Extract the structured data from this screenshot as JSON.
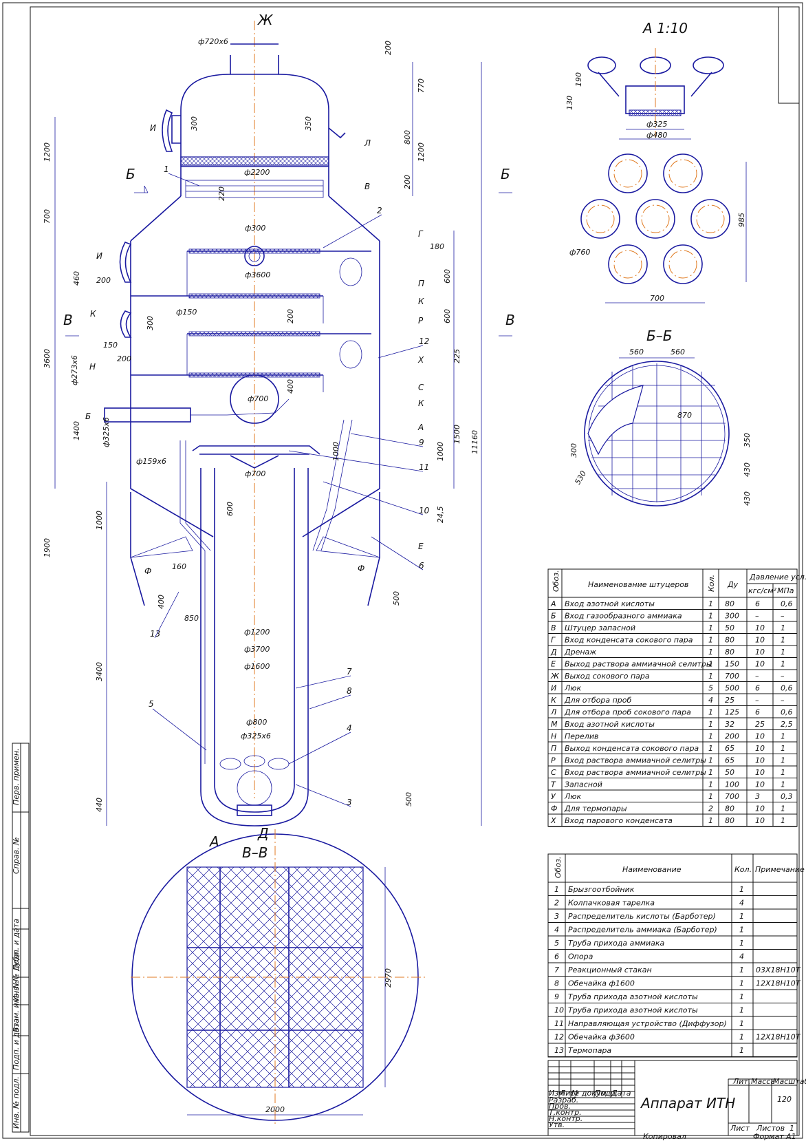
{
  "labels": {
    "view_a": "А 1:10",
    "section_bb": "Б–Б",
    "section_vv": "В–В",
    "sec_marks": [
      "Ж",
      "Б",
      "Б",
      "В",
      "В",
      "А",
      "Д"
    ],
    "callouts": [
      "1",
      "2",
      "3",
      "4",
      "5",
      "6",
      "7",
      "8",
      "9",
      "10",
      "11",
      "12",
      "13"
    ],
    "nozzle_letters": [
      "И",
      "Л",
      "В",
      "Г",
      "И",
      "П",
      "К",
      "Р",
      "К",
      "Х",
      "С",
      "К",
      "А",
      "Б",
      "Н",
      "Е",
      "Ф",
      "Ф"
    ]
  },
  "dims": {
    "d720": "ф720х6",
    "d2200": "ф2200",
    "d300": "ф300",
    "d3600": "ф3600",
    "d150": "ф150",
    "d273": "ф273х6",
    "d700a": "ф700",
    "d325": "ф325х6",
    "d159": "ф159х6",
    "d700b": "ф700",
    "d1200": "ф1200",
    "d3700": "ф3700",
    "d1600": "ф1600",
    "d800": "ф800",
    "d325b": "ф325х6",
    "v200": "200",
    "v770": "770",
    "v800": "800",
    "v1200r": "1200",
    "v200b": "200",
    "v350": "350",
    "v300": "300",
    "v220": "220",
    "v1200l": "1200",
    "v700": "700",
    "v460": "460",
    "v200c": "200",
    "v300b": "300",
    "v150": "150",
    "v200d": "200",
    "v3600": "3600",
    "v1400": "1400",
    "v1000": "1000",
    "v1900": "1900",
    "v3400": "3400",
    "v440": "440",
    "v600a": "600",
    "v600b": "600",
    "v180": "180",
    "v200e": "200",
    "v225": "225",
    "v400": "400",
    "v1500": "1500",
    "v1000b": "1000",
    "v11160": "11160",
    "v600c": "600",
    "v245": "24,5",
    "v1000c": "1000",
    "v160": "160",
    "v400b": "400",
    "v850": "850",
    "v500": "500",
    "v500b": "500",
    "v2970": "2970",
    "v2000": "2000",
    "a190": "190",
    "a130": "130",
    "a325": "ф325",
    "a480": "ф480",
    "a760": "ф760",
    "a985": "985",
    "a700": "700",
    "b560a": "560",
    "b560b": "560",
    "b870": "870",
    "b300": "300",
    "b530": "530",
    "b350": "350",
    "b430a": "430",
    "b430b": "430"
  },
  "nozzle_table": {
    "headers": {
      "designation": "Обоз.",
      "name": "Наименование штуцеров",
      "qty": "Кол.",
      "dn": "Ду",
      "pressure": "Давление усл.",
      "kgs": "кгс/см²",
      "mpa": "МПа"
    },
    "rows": [
      [
        "А",
        "Вход азотной кислоты",
        "1",
        "80",
        "6",
        "0,6"
      ],
      [
        "Б",
        "Вход газообразного аммиака",
        "1",
        "300",
        "–",
        "–"
      ],
      [
        "В",
        "Штуцер запасной",
        "1",
        "50",
        "10",
        "1"
      ],
      [
        "Г",
        "Вход конденсата сокового пара",
        "1",
        "80",
        "10",
        "1"
      ],
      [
        "Д",
        "Дренаж",
        "1",
        "80",
        "10",
        "1"
      ],
      [
        "Е",
        "Выход раствора аммиачной селитры",
        "1",
        "150",
        "10",
        "1"
      ],
      [
        "Ж",
        "Выход сокового пара",
        "1",
        "700",
        "–",
        "–"
      ],
      [
        "И",
        "Люк",
        "5",
        "500",
        "6",
        "0,6"
      ],
      [
        "К",
        "Для отбора проб",
        "4",
        "25",
        "–",
        "–"
      ],
      [
        "Л",
        "Для отбора проб сокового пара",
        "1",
        "125",
        "6",
        "0,6"
      ],
      [
        "М",
        "Вход азотной кислоты",
        "1",
        "32",
        "25",
        "2,5"
      ],
      [
        "Н",
        "Перелив",
        "1",
        "200",
        "10",
        "1"
      ],
      [
        "П",
        "Выход конденсата сокового пара",
        "1",
        "65",
        "10",
        "1"
      ],
      [
        "Р",
        "Вход раствора аммиачной селитры",
        "1",
        "65",
        "10",
        "1"
      ],
      [
        "С",
        "Вход раствора аммиачной селитры",
        "1",
        "50",
        "10",
        "1"
      ],
      [
        "Т",
        "Запасной",
        "1",
        "100",
        "10",
        "1"
      ],
      [
        "У",
        "Люк",
        "1",
        "700",
        "3",
        "0,3"
      ],
      [
        "Ф",
        "Для термопары",
        "2",
        "80",
        "10",
        "1"
      ],
      [
        "Х",
        "Вход парового конденсата",
        "1",
        "80",
        "10",
        "1"
      ]
    ]
  },
  "parts_table": {
    "headers": {
      "designation": "Обоз.",
      "name": "Наименование",
      "qty": "Кол.",
      "note": "Примечание"
    },
    "rows": [
      [
        "1",
        "Брызгоотбойник",
        "1",
        ""
      ],
      [
        "2",
        "Колпачковая тарелка",
        "4",
        ""
      ],
      [
        "3",
        "Распределитель кислоты (Барботер)",
        "1",
        ""
      ],
      [
        "4",
        "Распределитель аммиака (Барботер)",
        "1",
        ""
      ],
      [
        "5",
        "Труба прихода аммиака",
        "1",
        ""
      ],
      [
        "6",
        "Опора",
        "4",
        ""
      ],
      [
        "7",
        "Реакционный стакан",
        "1",
        "03Х18Н10Т"
      ],
      [
        "8",
        "Обечайка ф1600",
        "1",
        "12Х18Н10Т"
      ],
      [
        "9",
        "Труба прихода азотной кислоты",
        "1",
        ""
      ],
      [
        "10",
        "Труба прихода азотной кислоты",
        "1",
        ""
      ],
      [
        "11",
        "Направляющая устройство (Диффузор)",
        "1",
        ""
      ],
      [
        "12",
        "Обечайка ф3600",
        "1",
        "12Х18Н10Т"
      ],
      [
        "13",
        "Термопара",
        "1",
        ""
      ]
    ]
  },
  "title_block": {
    "title": "Аппарат ИТН",
    "lit": "Лит.",
    "mass": "Масса",
    "scale": "Масштаб",
    "scale_value": "120",
    "sheet": "Лист",
    "sheets": "Листов",
    "sheets_value": "1",
    "rows": [
      "Изм",
      "Лист",
      "№ докум.",
      "Подп.",
      "Дата",
      "Разраб.",
      "Пров.",
      "Т.контр.",
      "Н.контр.",
      "Утв."
    ],
    "copied": "Копировал",
    "format": "Формат  А1"
  },
  "side_stamps": [
    "Перв. примен.",
    "Справ. №",
    "Подп. и дата",
    "Инв. № дубл.",
    "Взам. инв. №",
    "Подп. и дата",
    "Инв. № подл."
  ],
  "colors": {
    "line": "#1a1aa0",
    "axis": "#e07a20",
    "text": "#111111",
    "hatch": "#1a1aa0"
  }
}
